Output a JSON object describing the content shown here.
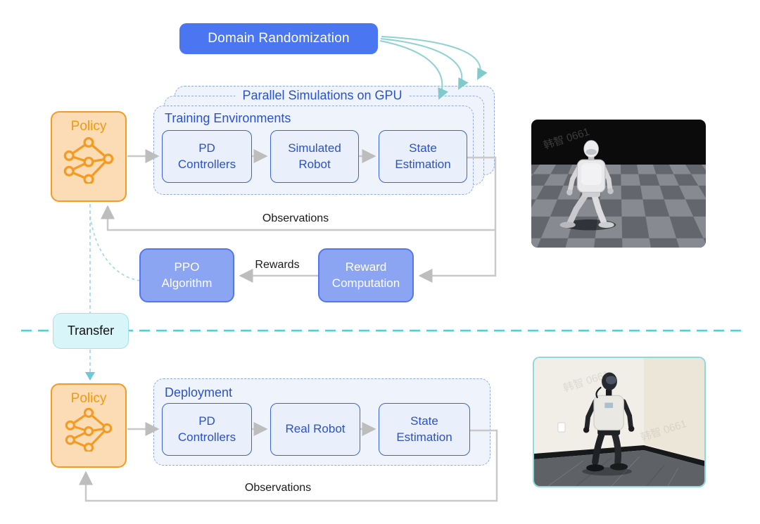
{
  "sim": {
    "domain_randomization_label": "Domain Randomization",
    "container_label": "Parallel Simulations on GPU",
    "environment_label": "Training Environments",
    "policy_label": "Policy",
    "pd_label": "PD Controllers",
    "robot_label": "Simulated Robot",
    "state_label": "State Estimation",
    "observations_label": "Observations",
    "rewards_label": "Rewards",
    "ppo_label": "PPO Algorithm",
    "reward_computation_label": "Reward Computation",
    "image_watermark": "韩智 0661"
  },
  "transfer_label": "Transfer",
  "real": {
    "container_label": "Deployment",
    "policy_label": "Policy",
    "pd_label": "PD Controllers",
    "robot_label": "Real Robot",
    "state_label": "State Estimation",
    "observations_label": "Observations",
    "image_watermark": "韩智 0661"
  },
  "colors": {
    "primary_blue": "#4B76F2",
    "algo_fill": "#8CA5F2",
    "algo_border": "#5577EE",
    "node_fill": "#E9EFFB",
    "node_border": "#3C63D8",
    "node_text": "#2B52CC",
    "container_fill": "#EEF3FC",
    "container_border": "#91A9E8",
    "policy_fill": "#FBDCB4",
    "policy_border": "#F59A23",
    "policy_text": "#F6980F",
    "teal_arrow": "#8ED2D2",
    "teal_arrowhead": "#7FCBCB",
    "divider_cyan": "#3FD6E0",
    "transfer_fill": "#D8F6F9",
    "transfer_border": "#9FE4EC",
    "transfer_line": "#A5D9E2",
    "transfer_arrowhead": "#6CC9D9",
    "gray_line": "#C9C9C9",
    "gray_arrowhead": "#BDBDBD",
    "label_text": "#1B1B1B"
  }
}
